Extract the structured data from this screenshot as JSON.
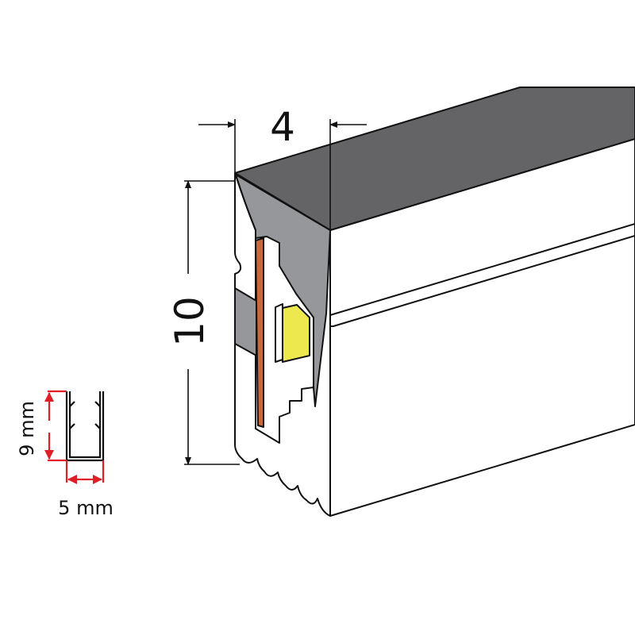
{
  "main_dimensions": {
    "width_label": "4",
    "height_label": "10"
  },
  "profile_inset": {
    "height_label": "9 mm",
    "width_label": "5 mm"
  },
  "colors": {
    "top_face": "#646467",
    "inner_gray": "#96979b",
    "copper_strip": "#c8693c",
    "led_chip": "#ece84e",
    "dimension_red": "#e01e26"
  }
}
